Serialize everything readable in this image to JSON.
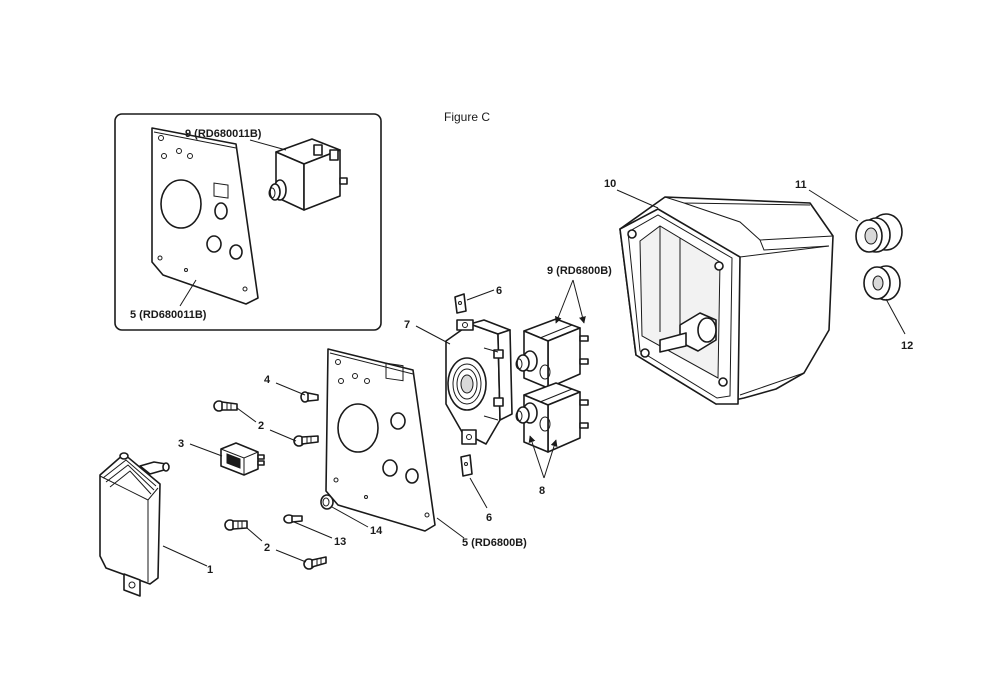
{
  "figure_title": "Figure C",
  "inset": {
    "labels": {
      "switch": "9 (RD680011B)",
      "plate": "5 (RD680011B)"
    }
  },
  "labels": {
    "p1": "1",
    "p2a": "2",
    "p2b": "2",
    "p3": "3",
    "p4": "4",
    "p5": "5 (RD6800B)",
    "p6a": "6",
    "p6b": "6",
    "p7": "7",
    "p8": "8",
    "p9": "9 (RD6800B)",
    "p10": "10",
    "p11": "11",
    "p12": "12",
    "p13": "13",
    "p14": "14"
  }
}
